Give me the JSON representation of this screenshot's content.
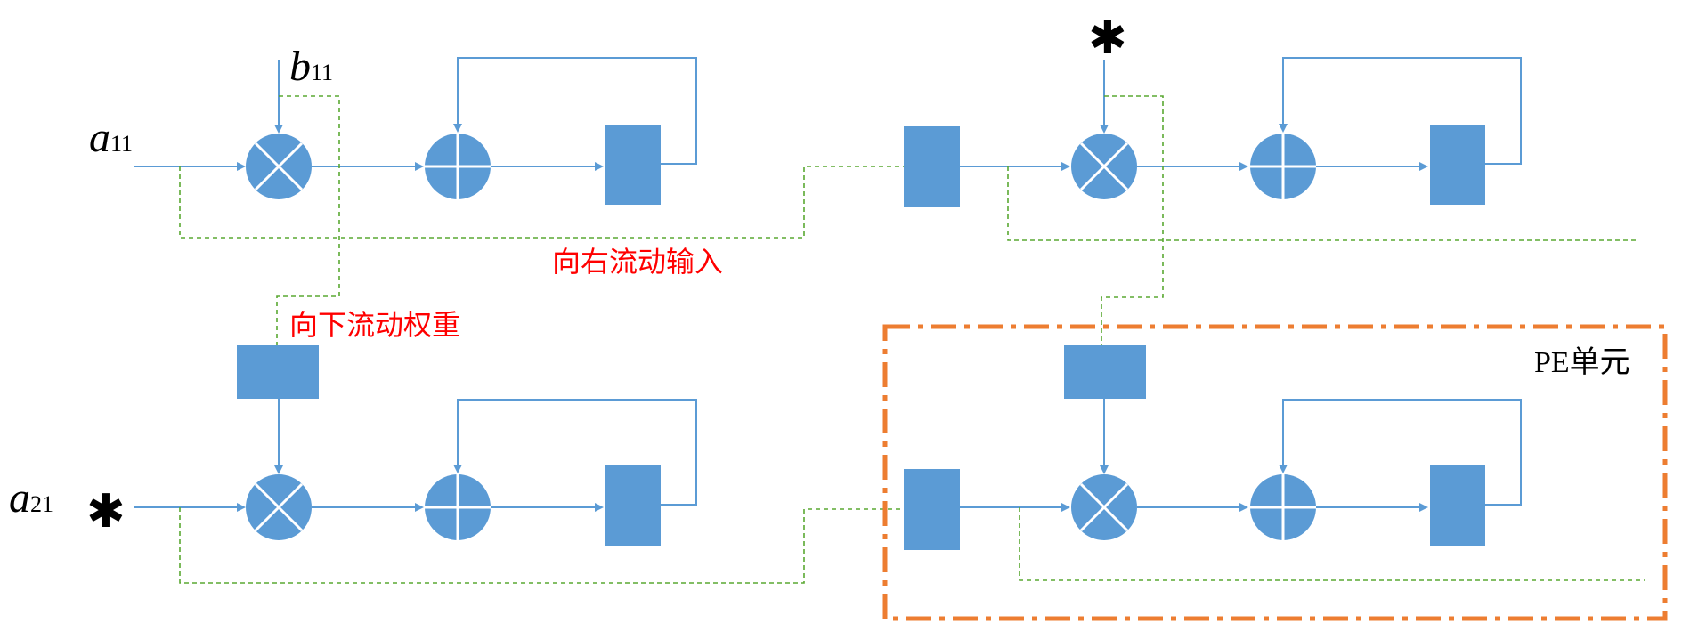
{
  "labels": {
    "a11": {
      "var": "a",
      "sub": "11"
    },
    "b11": {
      "var": "b",
      "sub": "11"
    },
    "a21": {
      "var": "a",
      "sub": "21"
    },
    "star": "✱",
    "flow_input_right": "向右流动输入",
    "flow_weight_down": "向下流动权重",
    "pe_unit": "PE单元"
  },
  "colors": {
    "wire": "#5b9bd5",
    "block": "#5b9bd5",
    "dataflow": "#5aa832",
    "pe_border": "#ed7d31",
    "annotation": "#ff0000"
  },
  "icons": {
    "multiplier": "circle-times-icon",
    "adder": "circle-plus-icon",
    "register": "register-block"
  }
}
